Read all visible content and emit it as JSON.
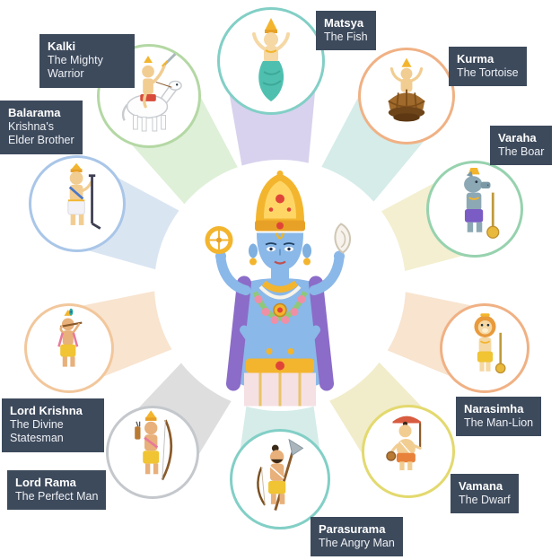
{
  "avatars": [
    {
      "id": "matsya",
      "name": "Matsya",
      "subtitle": "The Fish"
    },
    {
      "id": "kurma",
      "name": "Kurma",
      "subtitle": "The Tortoise"
    },
    {
      "id": "varaha",
      "name": "Varaha",
      "subtitle": "The Boar"
    },
    {
      "id": "narasimha",
      "name": "Narasimha",
      "subtitle": "The Man-Lion"
    },
    {
      "id": "vamana",
      "name": "Vamana",
      "subtitle": "The Dwarf"
    },
    {
      "id": "parasurama",
      "name": "Parasurama",
      "subtitle": "The Angry Man"
    },
    {
      "id": "rama",
      "name": "Lord Rama",
      "subtitle": "The Perfect Man"
    },
    {
      "id": "krishna",
      "name": "Lord Krishna",
      "subtitle": "The Divine Statesman"
    },
    {
      "id": "balarama",
      "name": "Balarama",
      "subtitle": "Krishna's Elder Brother"
    },
    {
      "id": "kalki",
      "name": "Kalki",
      "subtitle": "The Mighty Warrior"
    }
  ],
  "colors": {
    "label_bg": "#3d4a5c",
    "label_text": "#ffffff",
    "rings": {
      "matsya": "#82cfc6",
      "kurma": "#f0b184",
      "varaha": "#96d2ae",
      "narasimha": "#f0b184",
      "vamana": "#e3d96e",
      "parasurama": "#82cfc6",
      "rama": "#c4c8cc",
      "krishna": "#f2c79c",
      "balarama": "#a9c6e8",
      "kalki": "#b4d8a4"
    },
    "rays": {
      "matsya": "#d8d2ee",
      "kurma": "#d5ece9",
      "varaha": "#f3efd0",
      "narasimha": "#f8e4cf",
      "vamana": "#f1ecca",
      "parasurama": "#d5ece9",
      "rama": "#dedede",
      "krishna": "#f8e4cf",
      "balarama": "#dae5f2",
      "kalki": "#def0d8"
    }
  }
}
